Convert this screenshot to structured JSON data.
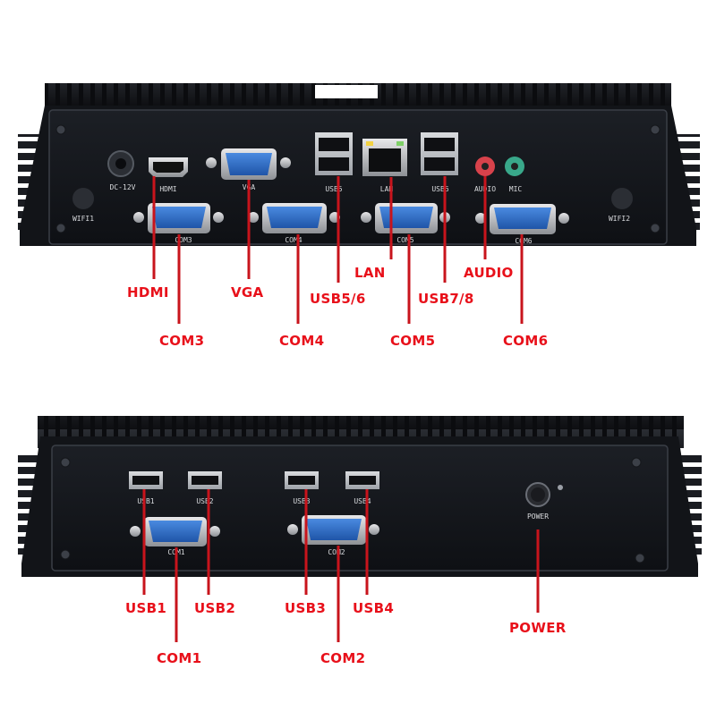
{
  "colors": {
    "chassis": "#16181d",
    "panel": "#111317",
    "port_blue": "#2f6fc4",
    "audio_red": "#d8424b",
    "mic_green": "#39a88a",
    "callout": "#e8101a",
    "leader": "#c8141c"
  },
  "top_panel": {
    "port_labels": {
      "dc": "DC-12V",
      "hdmi": "HDMI",
      "vga": "VGA",
      "usb5": "USB5",
      "lan": "LAN",
      "usb6": "USB6",
      "audio": "AUDIO",
      "mic": "MIC",
      "wifi1": "WIFI1",
      "wifi2": "WIFI2",
      "com3": "COM3",
      "com4": "COM4",
      "com5": "COM5",
      "com6": "COM6"
    },
    "callouts": {
      "hdmi": "HDMI",
      "vga": "VGA",
      "usb56": "USB5/6",
      "lan": "LAN",
      "usb78": "USB7/8",
      "audio": "AUDIO",
      "com3": "COM3",
      "com4": "COM4",
      "com5": "COM5",
      "com6": "COM6"
    }
  },
  "bottom_panel": {
    "port_labels": {
      "usb1": "USB1",
      "usb2": "USB2",
      "usb3": "USB3",
      "usb4": "USB4",
      "com1": "COM1",
      "com2": "COM2",
      "power": "POWER"
    },
    "callouts": {
      "usb1": "USB1",
      "usb2": "USB2",
      "usb3": "USB3",
      "usb4": "USB4",
      "com1": "COM1",
      "com2": "COM2",
      "power": "POWER"
    }
  }
}
